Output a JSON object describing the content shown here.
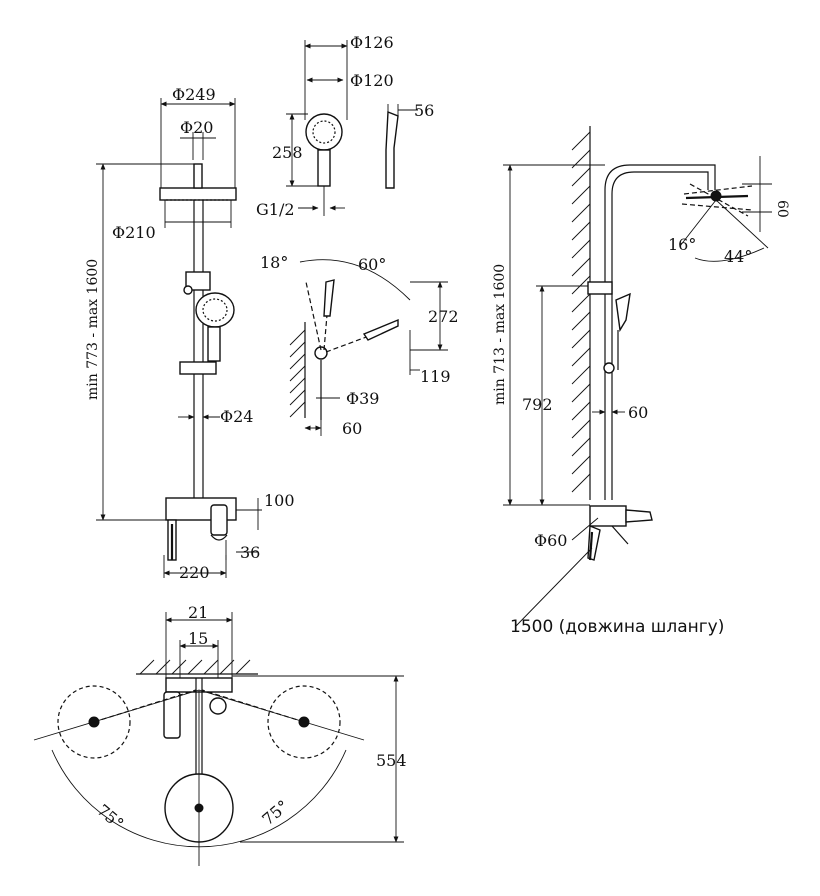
{
  "front_view": {
    "dia_249": "Φ249",
    "dia_20": "Φ20",
    "dia_210": "Φ210",
    "dia_24": "Φ24",
    "height_range": "min 773 - max 1600",
    "dim_100": "100",
    "dim_36": "36",
    "dim_220": "220"
  },
  "hand_shower": {
    "dia_126": "Φ126",
    "dia_120": "Φ120",
    "dim_258": "258",
    "thread": "G1/2",
    "dim_56": "56"
  },
  "holder_view": {
    "angle_18": "18°",
    "angle_60": "60°",
    "dim_272": "272",
    "dim_119": "119",
    "dia_39": "Φ39",
    "dim_60": "60"
  },
  "side_view": {
    "height_range": "min 713 - max 1600",
    "dim_792": "792",
    "dim_60": "60",
    "dia_60": "Φ60",
    "dim_60_head": "60",
    "angle_16": "16°",
    "angle_44": "44°",
    "hose_note": "1500 (довжина шлангу)"
  },
  "top_view": {
    "dim_21": "21",
    "dim_15": "15",
    "dim_554": "554",
    "angle_left": "75°",
    "angle_right": "75°"
  }
}
